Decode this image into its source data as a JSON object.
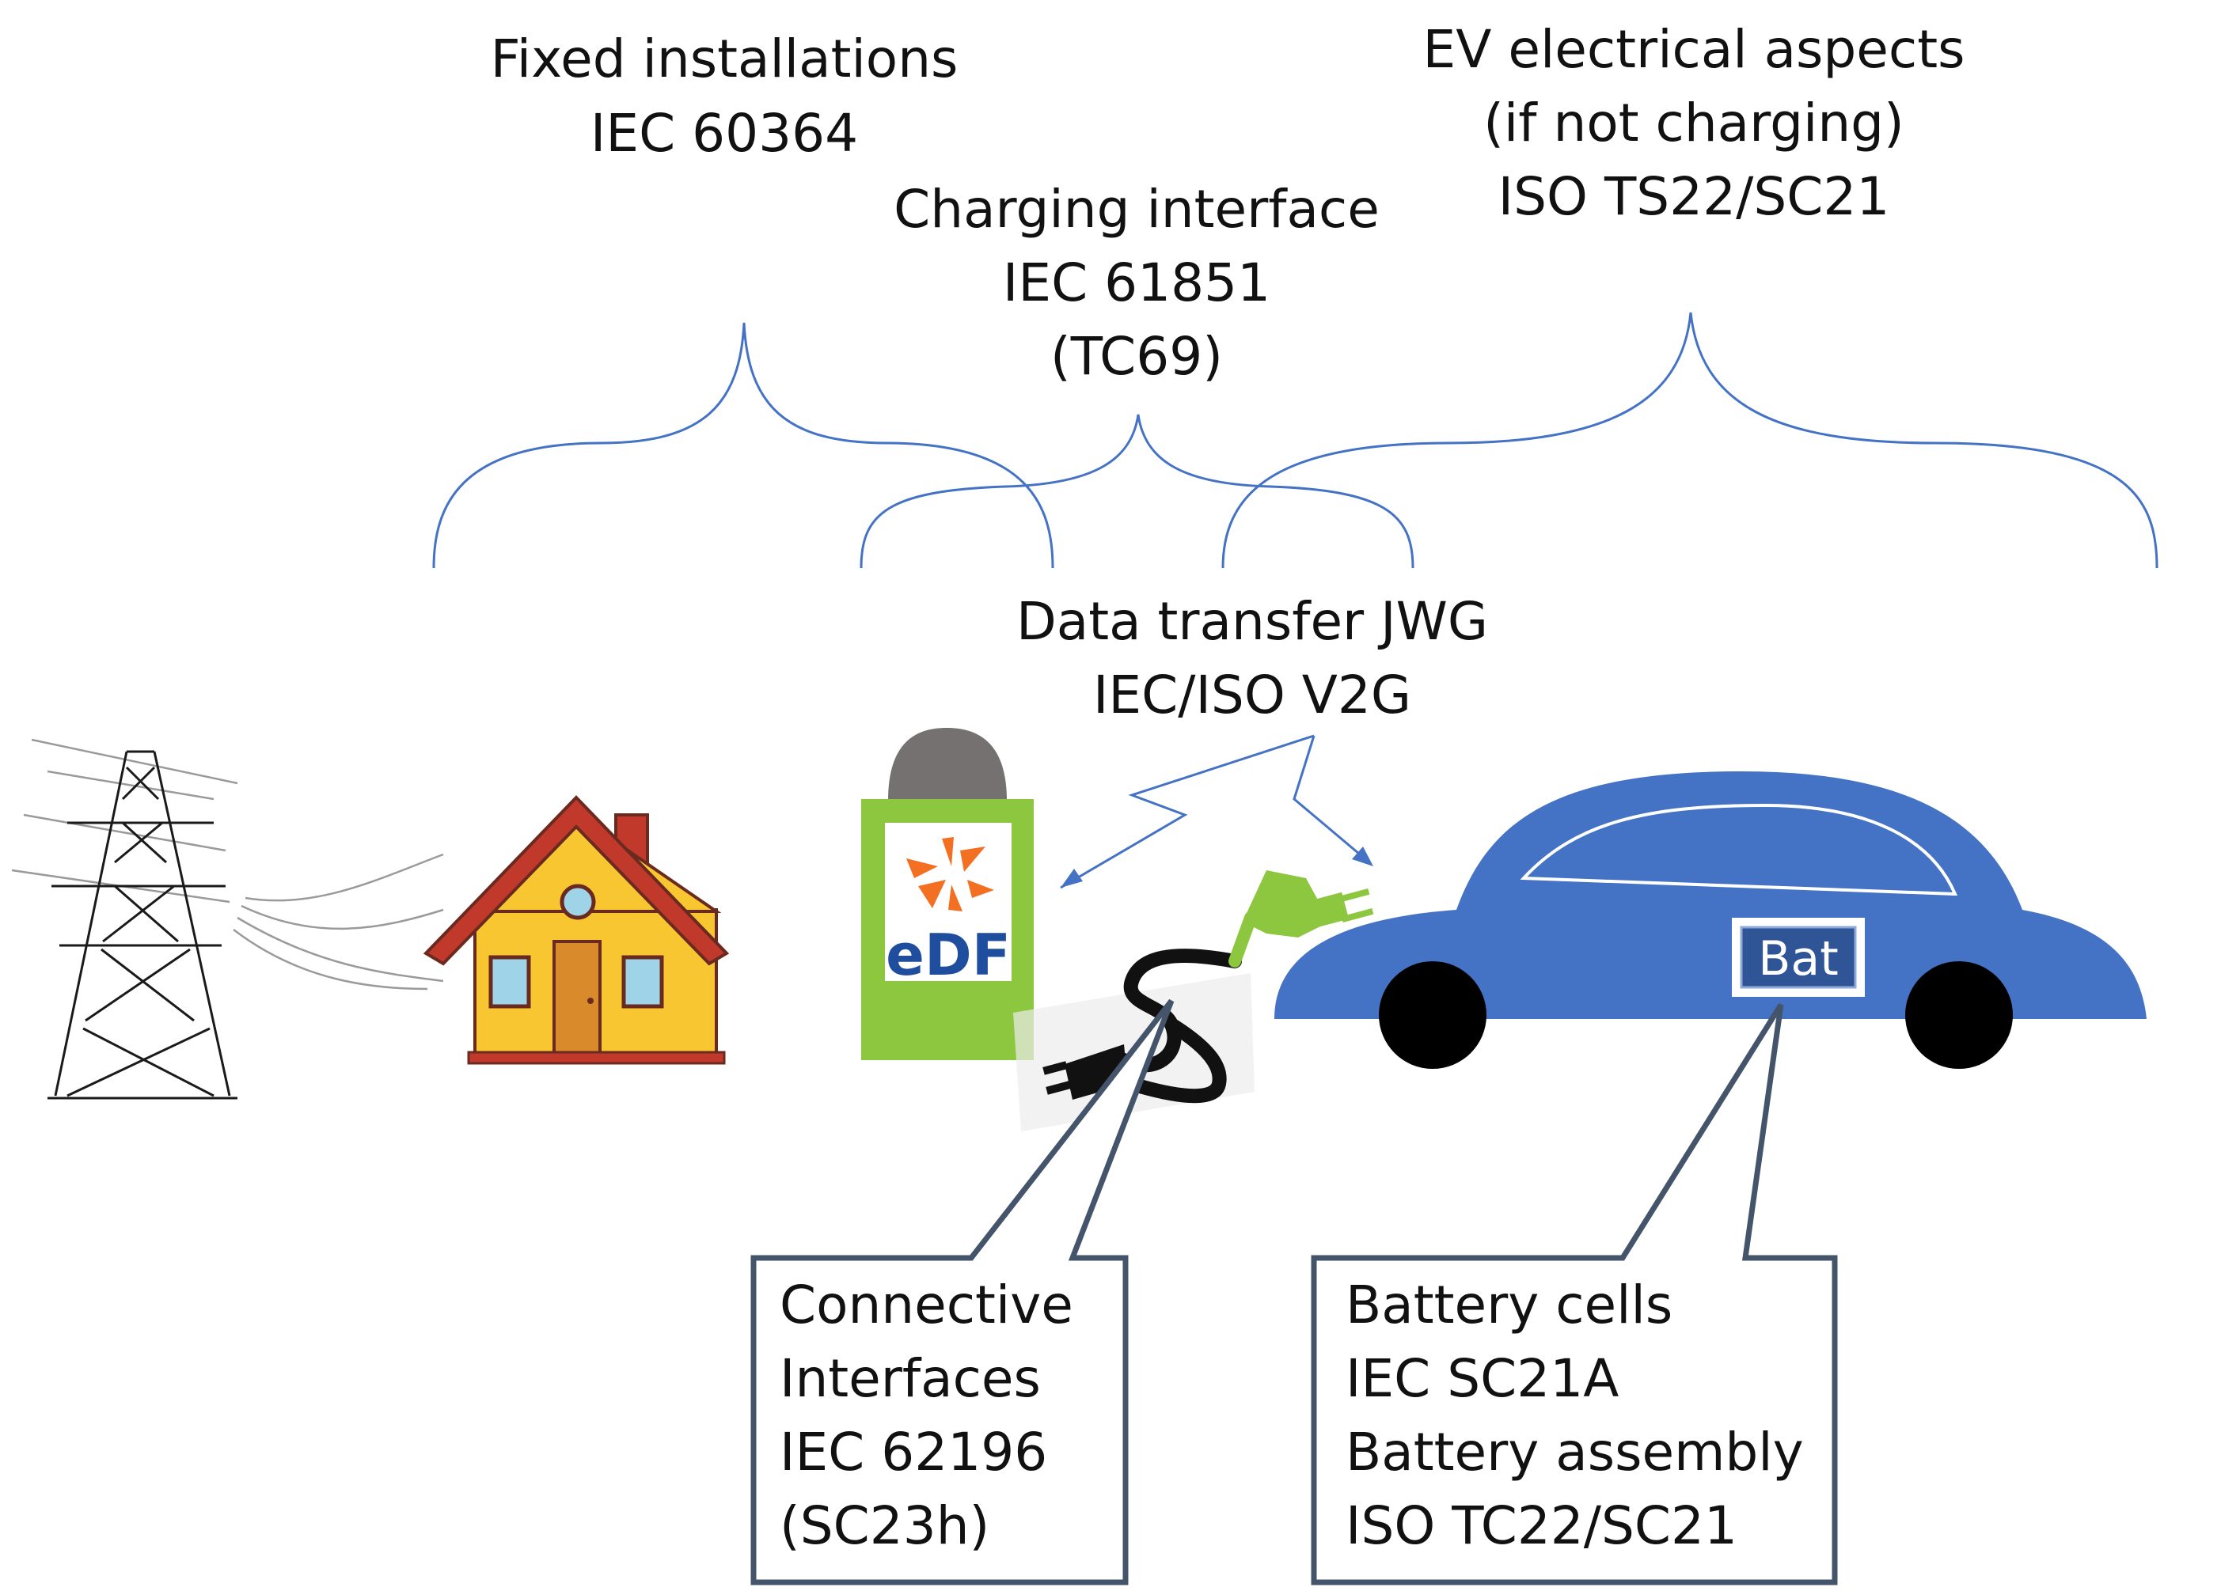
{
  "labels": {
    "fixed": [
      "Fixed installations",
      "IEC 60364"
    ],
    "charging": [
      "Charging interface",
      "IEC 61851",
      "(TC69)"
    ],
    "ev": [
      "EV electrical aspects",
      "(if not charging)",
      "ISO TS22/SC21"
    ],
    "data": [
      "Data transfer JWG",
      "IEC/ISO V2G"
    ]
  },
  "callouts": {
    "connective": [
      "Connective",
      "Interfaces",
      "IEC 62196",
      "(SC23h)"
    ],
    "battery": [
      "Battery cells",
      "IEC SC21A",
      "Battery assembly",
      "ISO TC22/SC21"
    ]
  },
  "station": {
    "logo_text": "eDF"
  },
  "car": {
    "battery_label": "Bat"
  },
  "colors": {
    "brace": "#4472C4",
    "car_body": "#4472C4",
    "station_body": "#8DC63F",
    "callout_border": "#44546A",
    "house_wall": "#F7C631",
    "house_roof": "#C0392B",
    "edf_orange": "#F36F21",
    "edf_blue": "#1F4E9E"
  },
  "icons": [
    "power-tower-icon",
    "house-icon",
    "charging-station-icon",
    "charging-cable-icon",
    "plug-icon",
    "car-icon",
    "lightning-arrow-icon"
  ]
}
